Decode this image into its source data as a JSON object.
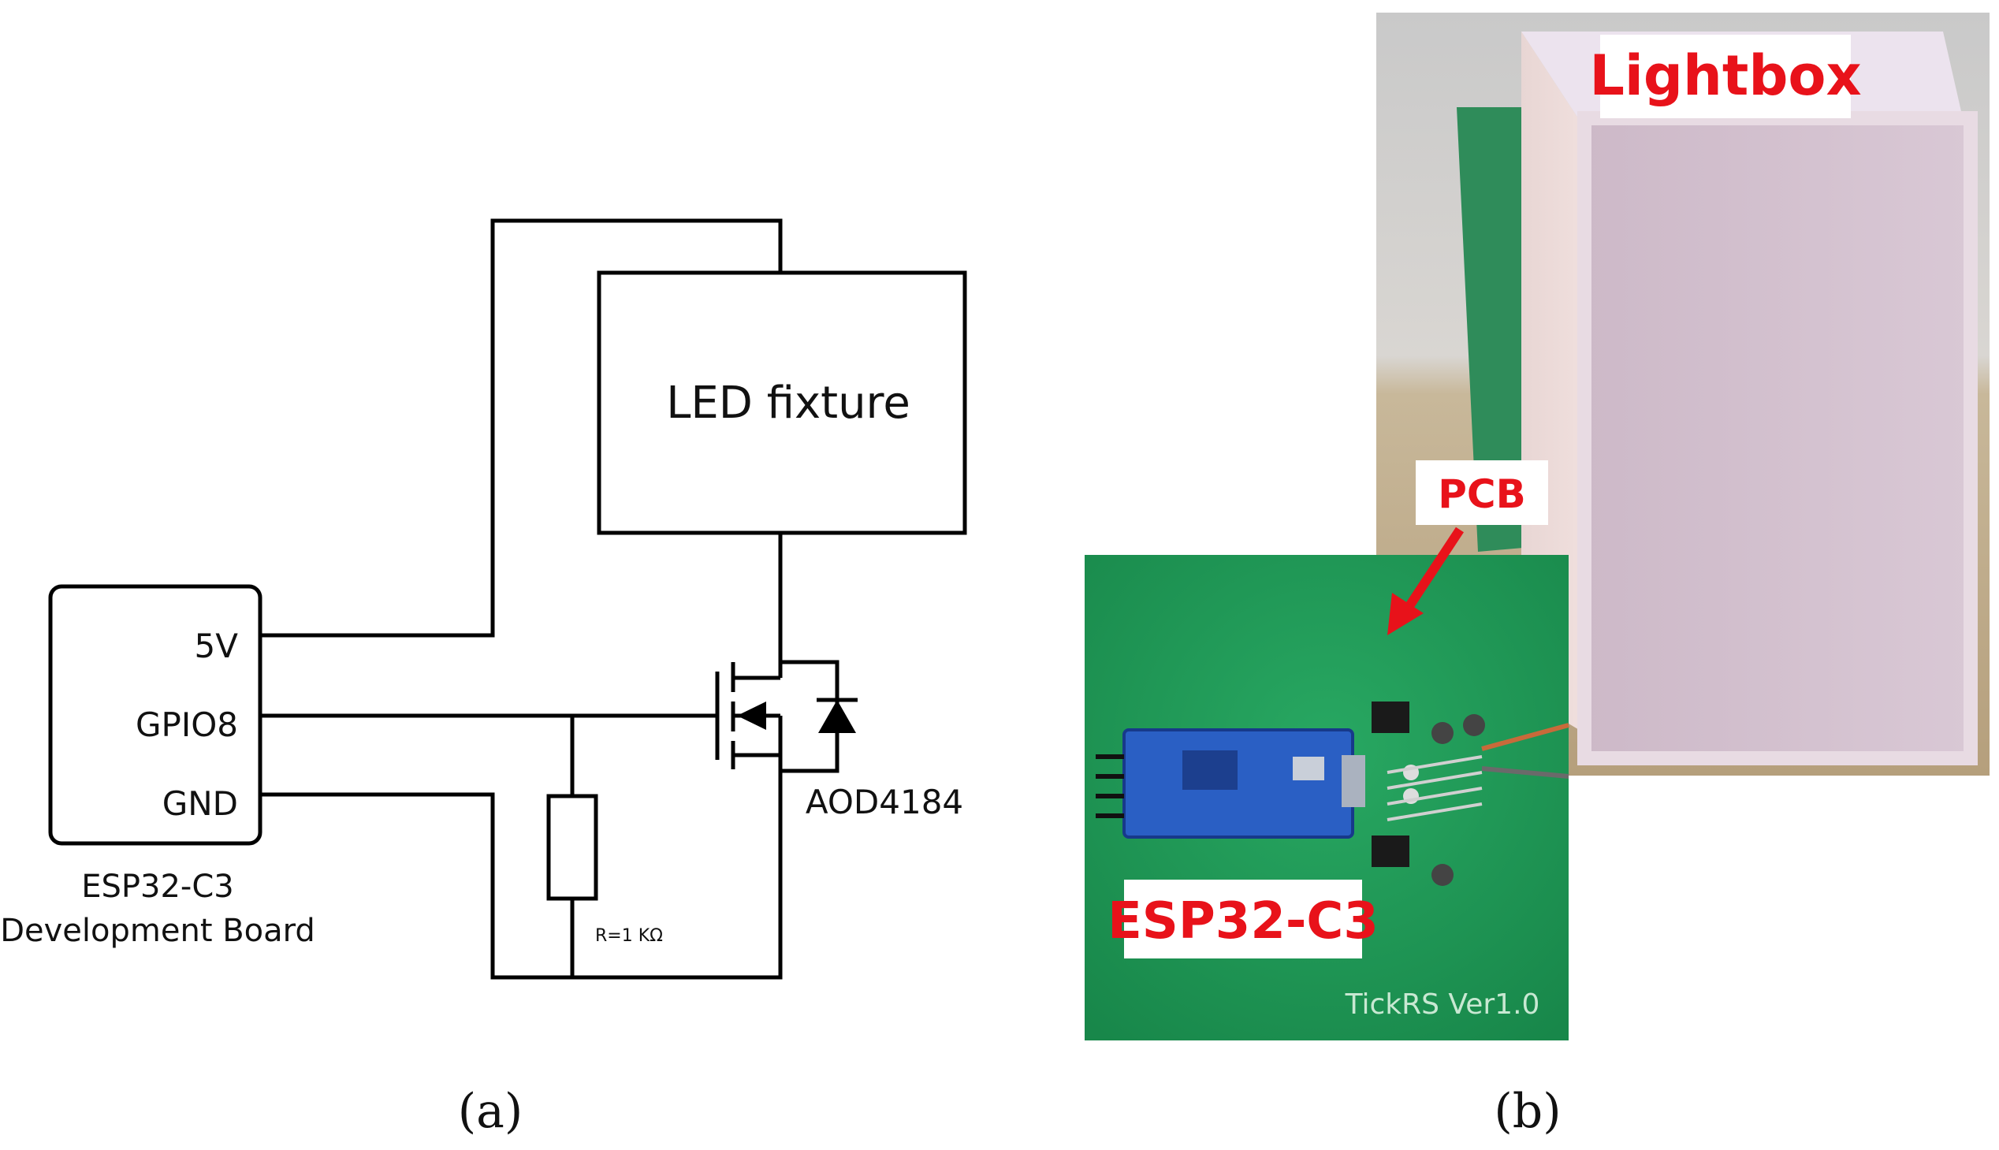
{
  "schematic": {
    "led_label": "LED fixture",
    "pin_5v": "5V",
    "pin_gpio": "GPIO8",
    "pin_gnd": "GND",
    "board_line1": "ESP32-C3",
    "board_line2": "Development Board",
    "mosfet_label": "AOD4184",
    "resistor_label": "R=1 KΩ",
    "caption": "(a)"
  },
  "photo": {
    "lightbox_label": "Lightbox",
    "pcb_label": "PCB",
    "esp_label": "ESP32-C3",
    "silkscreen": "TickRS Ver1.0",
    "caption": "(b)",
    "colors": {
      "label_red": "#e8121a",
      "pcb_green": "#1f9a55",
      "module_blue": "#2a5fc4",
      "lightbox_pink": "#d8c6d4"
    }
  }
}
